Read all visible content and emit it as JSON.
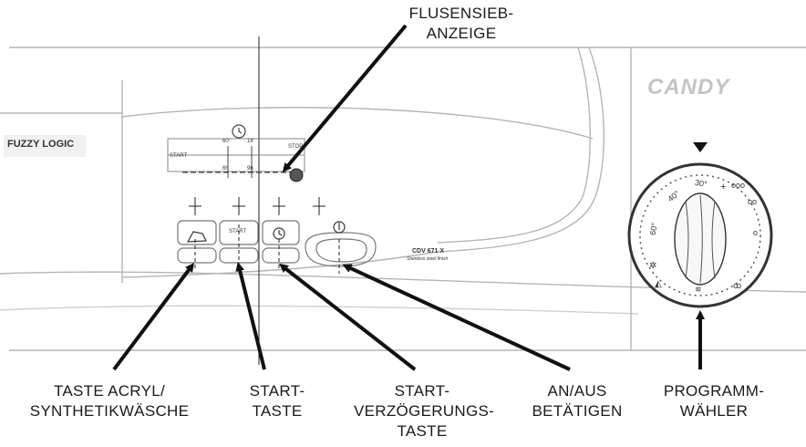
{
  "callouts": {
    "lint_filter": {
      "line1": "FLUSENSIEB-",
      "line2": "ANZEIGE"
    },
    "acrylic_button": {
      "line1": "TASTE ACRYL/",
      "line2": "SYNTHETIKWÄSCHE"
    },
    "start_button": {
      "line1": "START-",
      "line2": "TASTE"
    },
    "delay_button": {
      "line1": "START-",
      "line2": "VERZÖGERUNGS-",
      "line3": "TASTE"
    },
    "on_off": {
      "line1": "AN/AUS",
      "line2": "BETÄTIGEN"
    },
    "program_selector": {
      "line1": "PROGRAMM-",
      "line2": "WÄHLER"
    }
  },
  "panel": {
    "brand": "CANDY",
    "fuzzy_logic": "FUZZY LOGIC",
    "model": "CDV 671 X",
    "model_sub": "Stainless steel finish",
    "start_label": "START",
    "delay_top": [
      "60'",
      "18'",
      "STOP"
    ],
    "delay_bottom": [
      "6h",
      "9h"
    ],
    "start_key_label": "START",
    "dial_labels": [
      "30°",
      "40°",
      "60°"
    ]
  }
}
